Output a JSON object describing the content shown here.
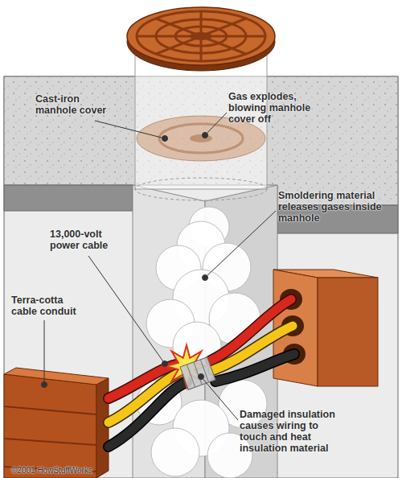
{
  "diagram": {
    "labels": [
      "Cast-iron manhole cover",
      "Gas explodes, blowing manhole cover off",
      "Smoldering material releases gases inside manhole",
      "13,000-volt power cable",
      "Terra-cotta cable conduit",
      "Damaged insulation causes wiring to touch and heat insulation material",
      "©2001 HowStuffWorks"
    ]
  }
}
